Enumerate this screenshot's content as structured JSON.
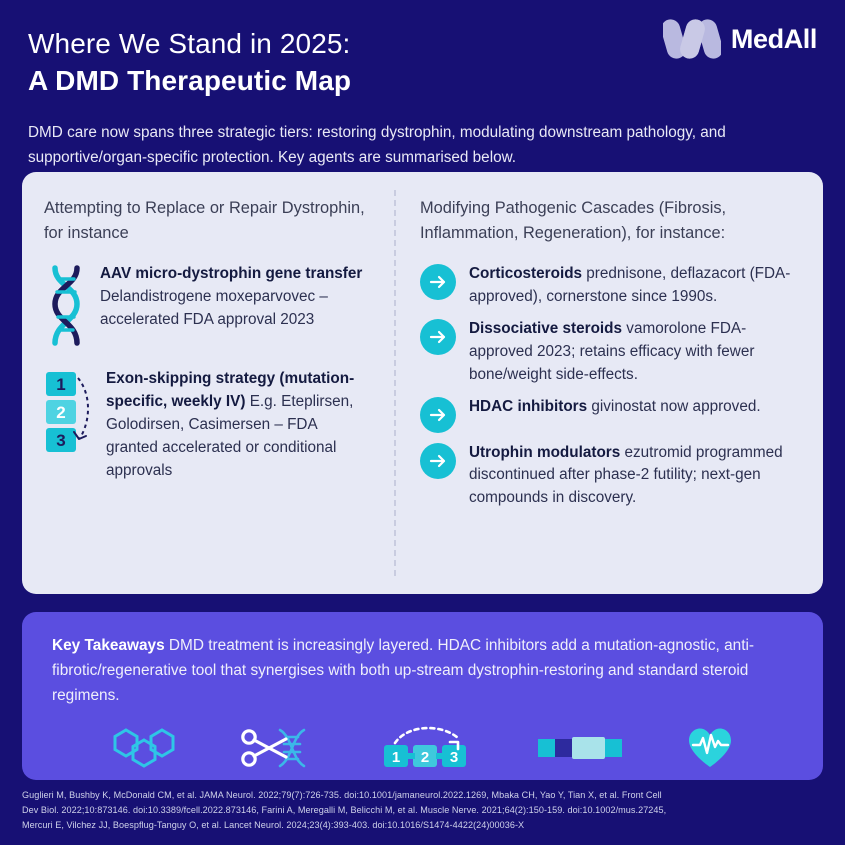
{
  "header": {
    "title_line1": "Where We Stand in 2025:",
    "title_line2": "A DMD Therapeutic Map",
    "subtitle": "DMD care now spans three strategic tiers: restoring dystrophin, modulating downstream pathology, and supportive/organ-specific protection. Key agents are summarised below.",
    "logo_text": "MedAll",
    "logo_mark_name": "medall-logo-mark"
  },
  "colors": {
    "background": "#171074",
    "card_background": "#e7e9f5",
    "takeaway_background": "#5b4ee0",
    "accent_cyan": "#17c0d4",
    "accent_dark_navy": "#1d1b5c",
    "heading_text": "#3b3f56",
    "body_text": "#2c3050"
  },
  "left_column": {
    "heading": "Attempting to Replace or Repair Dystrophin, for instance",
    "items": [
      {
        "icon": "dna-helix-icon",
        "bold": "AAV micro-dystrophin gene transfer",
        "rest": " Delandistrogene moxeparvovec – accelerated FDA approval 2023"
      },
      {
        "icon": "exon-skipping-icon",
        "bold": "Exon-skipping strategy (mutation-specific, weekly IV)",
        "rest": " E.g. Eteplirsen, Golodirsen, Casimersen – FDA granted accelerated or conditional approvals"
      }
    ],
    "exon_boxes": [
      "1",
      "2",
      "3"
    ]
  },
  "right_column": {
    "heading": "Modifying Pathogenic Cascades (Fibrosis, Inflammation, Regeneration), for instance:",
    "items": [
      {
        "icon": "arrow-right-circle-icon",
        "bold": "Corticosteroids",
        "rest": " prednisone, deflazacort (FDA-approved), cornerstone since 1990s."
      },
      {
        "icon": "arrow-right-circle-icon",
        "bold": "Dissociative steroids",
        "rest": " vamorolone FDA-approved 2023; retains efficacy with fewer bone/weight side-effects."
      },
      {
        "icon": "arrow-right-circle-icon",
        "bold": "HDAC inhibitors",
        "rest": " givinostat now approved."
      },
      {
        "icon": "arrow-right-circle-icon",
        "bold": "Utrophin modulators",
        "rest": " ezutromid programmed discontinued after phase-2 futility; next-gen compounds in discovery."
      }
    ]
  },
  "takeaway": {
    "bold": "Key Takeaways",
    "rest": " DMD treatment is increasingly layered. HDAC inhibitors add a mutation-agnostic, anti-fibrotic/regenerative tool that synergises with both up-stream dystrophin-restoring and standard steroid regimens.",
    "icons": [
      "molecule-hexagons-icon",
      "scissors-dna-icon",
      "exon-skipping-sequence-icon",
      "gene-segment-bar-icon",
      "heart-pulse-icon"
    ],
    "sequence_labels": [
      "1",
      "2",
      "3"
    ]
  },
  "references": {
    "line1": "Guglieri M, Bushby K, McDonald CM, et al. JAMA Neurol. 2022;79(7):726-735. doi:10.1001/jamaneurol.2022.1269, Mbaka CH, Yao Y, Tian X, et al. Front Cell",
    "line2": "Dev Biol. 2022;10:873146. doi:10.3389/fcell.2022.873146, Farini A, Meregalli M, Belicchi M, et al. Muscle Nerve. 2021;64(2):150-159. doi:10.1002/mus.27245,",
    "line3": "Mercuri E, Vilchez JJ, Boespflug-Tanguy O, et al. Lancet Neurol. 2024;23(4):393-403. doi:10.1016/S1474-4422(24)00036-X"
  }
}
